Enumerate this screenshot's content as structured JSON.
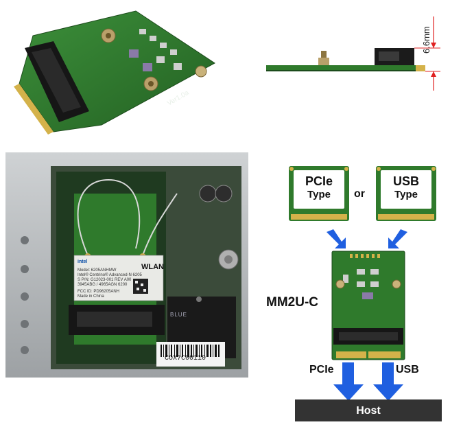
{
  "side_view": {
    "height_label": "6.6mm"
  },
  "install_photo": {
    "sticker_brand": "intel",
    "sticker_lines": [
      "Model: 6205ANHMW",
      "Intel® Centrino® Advanced-N 6205",
      "S P/N: G12023-001 REV A00",
      "3945ABG / 4965AGN 6200",
      "FCC ID: PD96205ANH",
      "Made in China"
    ],
    "wlan_text": "WLAN",
    "board_text": "BLUE",
    "barcode_text": "COX7C00110"
  },
  "diagram": {
    "card_pcie": {
      "line1": "PCIe",
      "line2": "Type"
    },
    "or_text": "or",
    "card_usb": {
      "line1": "USB",
      "line2": "Type"
    },
    "model": "MM2U-C",
    "output_pcie": "PCIe",
    "output_usb": "USB",
    "host": "Host"
  },
  "colors": {
    "pcb_green": "#2f7a2c",
    "gold": "#d4b24a",
    "arrow_blue": "#1f5fe0",
    "dim_red": "#e02020",
    "host_dark": "#333333"
  }
}
